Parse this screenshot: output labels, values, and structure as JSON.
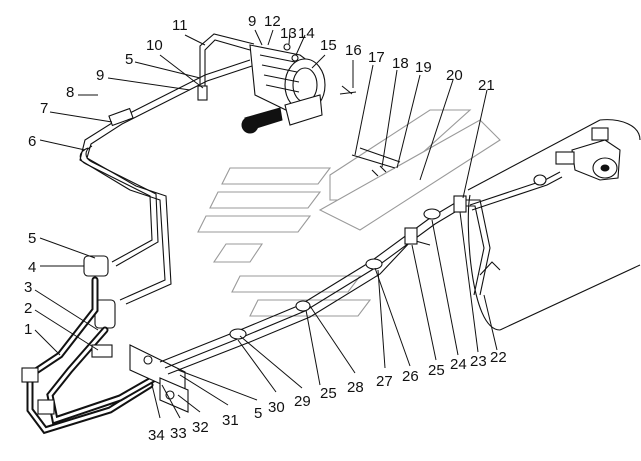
{
  "diagram": {
    "callouts": [
      {
        "id": "c11",
        "text": "11"
      },
      {
        "id": "c9a",
        "text": "9"
      },
      {
        "id": "c12",
        "text": "12"
      },
      {
        "id": "c13",
        "text": "13"
      },
      {
        "id": "c14",
        "text": "14"
      },
      {
        "id": "c15",
        "text": "15"
      },
      {
        "id": "c16",
        "text": "16"
      },
      {
        "id": "c10",
        "text": "10"
      },
      {
        "id": "c5a",
        "text": "5"
      },
      {
        "id": "c9b",
        "text": "9"
      },
      {
        "id": "c8",
        "text": "8"
      },
      {
        "id": "c7",
        "text": "7"
      },
      {
        "id": "c6",
        "text": "6"
      },
      {
        "id": "c17",
        "text": "17"
      },
      {
        "id": "c18",
        "text": "18"
      },
      {
        "id": "c19",
        "text": "19"
      },
      {
        "id": "c20",
        "text": "20"
      },
      {
        "id": "c21",
        "text": "21"
      },
      {
        "id": "c5b",
        "text": "5"
      },
      {
        "id": "c4",
        "text": "4"
      },
      {
        "id": "c3",
        "text": "3"
      },
      {
        "id": "c2",
        "text": "2"
      },
      {
        "id": "c1",
        "text": "1"
      },
      {
        "id": "c34",
        "text": "34"
      },
      {
        "id": "c33",
        "text": "33"
      },
      {
        "id": "c32",
        "text": "32"
      },
      {
        "id": "c31",
        "text": "31"
      },
      {
        "id": "c5c",
        "text": "5"
      },
      {
        "id": "c30",
        "text": "30"
      },
      {
        "id": "c29",
        "text": "29"
      },
      {
        "id": "c25a",
        "text": "25"
      },
      {
        "id": "c28",
        "text": "28"
      },
      {
        "id": "c27",
        "text": "27"
      },
      {
        "id": "c26",
        "text": "26"
      },
      {
        "id": "c25b",
        "text": "25"
      },
      {
        "id": "c24",
        "text": "24"
      },
      {
        "id": "c23",
        "text": "23"
      },
      {
        "id": "c22",
        "text": "22"
      }
    ],
    "colors": {
      "ink": "#111111",
      "watermark": "#9a9a9a",
      "background": "#ffffff"
    }
  }
}
